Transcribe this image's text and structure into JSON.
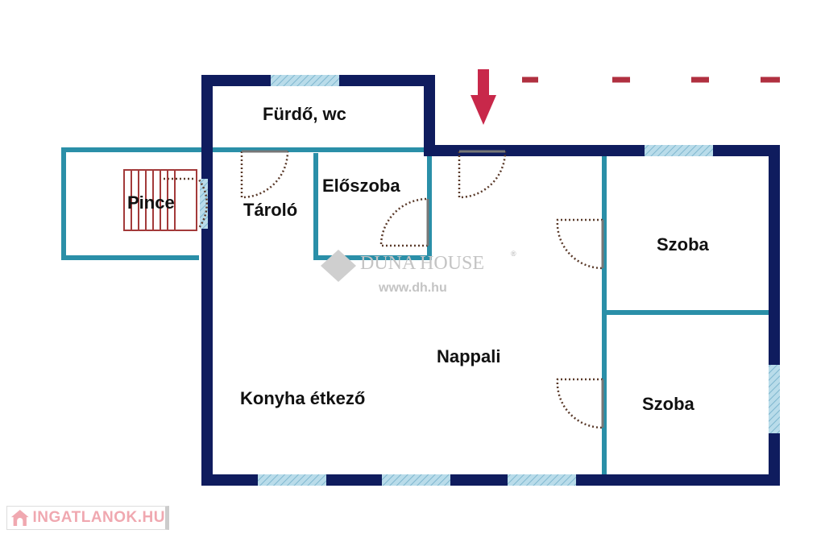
{
  "rooms": {
    "furdo": "Fürdő, wc",
    "pince": "Pince",
    "tarolo": "Tároló",
    "eloszoba": "Előszoba",
    "szoba1": "Szoba",
    "szoba2": "Szoba",
    "nappali": "Nappali",
    "konyha": "Konyha étkező"
  },
  "watermark": {
    "brand": "DUNA HOUSE",
    "registered": "®",
    "url": "www.dh.hu"
  },
  "footer_logo": {
    "text": "INGATLANOK.HU"
  },
  "colors": {
    "outer_wall": "#0f1c5e",
    "inner_wall": "#2a8fa8",
    "window": "#a9d3e3",
    "entrance_arrow": "#c8284a",
    "boundary_dash": "#b03040",
    "stairs": "#a33a3a"
  }
}
